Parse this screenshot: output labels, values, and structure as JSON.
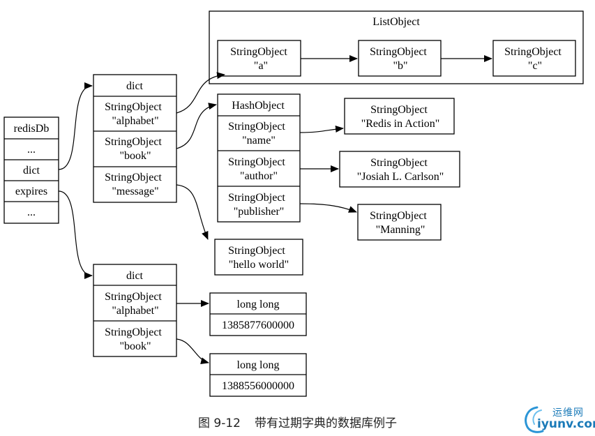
{
  "redis_db": {
    "items": [
      "redisDb",
      "...",
      "dict",
      "expires",
      "..."
    ]
  },
  "main_dict": {
    "title": "dict",
    "keys": [
      [
        "StringObject",
        "\"alphabet\""
      ],
      [
        "StringObject",
        "\"book\""
      ],
      [
        "StringObject",
        "\"message\""
      ]
    ]
  },
  "list_object": {
    "title": "ListObject",
    "items": [
      [
        "StringObject",
        "\"a\""
      ],
      [
        "StringObject",
        "\"b\""
      ],
      [
        "StringObject",
        "\"c\""
      ]
    ]
  },
  "hash_object": {
    "title": "HashObject",
    "fields": [
      [
        "StringObject",
        "\"name\""
      ],
      [
        "StringObject",
        "\"author\""
      ],
      [
        "StringObject",
        "\"publisher\""
      ]
    ]
  },
  "hash_values": [
    [
      "StringObject",
      "\"Redis in Action\""
    ],
    [
      "StringObject",
      "\"Josiah L. Carlson\""
    ],
    [
      "StringObject",
      "\"Manning\""
    ]
  ],
  "message_value": [
    "StringObject",
    "\"hello world\""
  ],
  "expires_dict": {
    "title": "dict",
    "keys": [
      [
        "StringObject",
        "\"alphabet\""
      ],
      [
        "StringObject",
        "\"book\""
      ]
    ]
  },
  "expire_values": [
    [
      "long long",
      "1385877600000"
    ],
    [
      "long long",
      "1388556000000"
    ]
  ],
  "caption": {
    "figure_no": "图 9-12",
    "text": "带有过期字典的数据库例子"
  },
  "watermark": {
    "line1": "运维网",
    "line2": "iyunv.com"
  }
}
